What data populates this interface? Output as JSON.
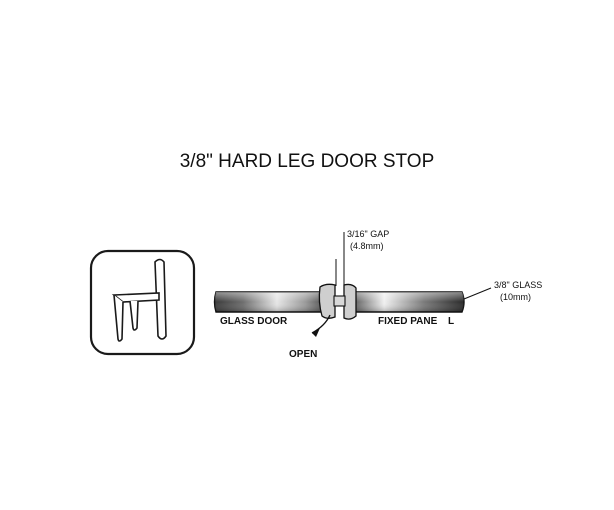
{
  "title": "3/8\" HARD LEG DOOR STOP",
  "labels": {
    "gap_line1": "3/16\" GAP",
    "gap_line2": "(4.8mm)",
    "glass_line1": "3/8\" GLASS",
    "glass_line2": "(10mm)",
    "glass_door": "GLASS DOOR",
    "fixed_pane": "FIXED PANE",
    "fixed_pane_suffix": "L",
    "open": "OPEN"
  },
  "icons": {
    "profile": "h-profile-icon",
    "open_arrow": "curved-arrow-icon"
  },
  "colors": {
    "glass_dark": "#2b2b2b",
    "glass_light": "#e8e8e8",
    "outline": "#111111"
  }
}
